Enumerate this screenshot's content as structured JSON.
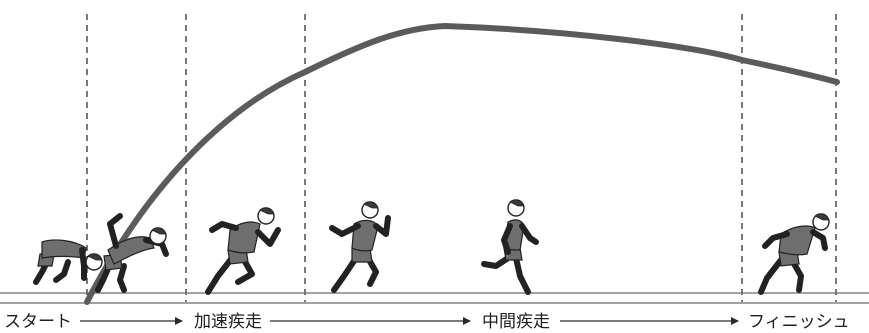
{
  "diagram": {
    "phases": [
      {
        "label": "スタート"
      },
      {
        "label": "加速疾走"
      },
      {
        "label": "中間疾走"
      },
      {
        "label": "フィニッシュ"
      }
    ],
    "figures": [
      {
        "pose": "crouch-set"
      },
      {
        "pose": "block-drive"
      },
      {
        "pose": "acceleration"
      },
      {
        "pose": "acceleration-upright"
      },
      {
        "pose": "mid-race-stride"
      },
      {
        "pose": "finish-lean"
      }
    ],
    "colors": {
      "curve": "#5b5b5b",
      "dashed_line": "#303030",
      "ground": "#6a6a6a",
      "text": "#1f1f1f",
      "arrow": "#2a2a2a",
      "jersey": "#6e6e6e",
      "skin": "#ffffff",
      "hair": "#3a3a3a"
    }
  }
}
